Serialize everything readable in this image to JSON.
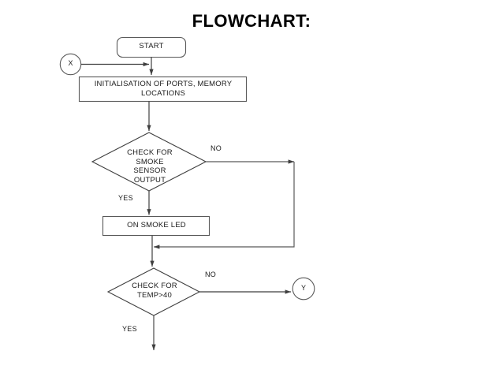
{
  "page": {
    "title": "FLOWCHART:",
    "background_color": "#ffffff",
    "stroke_color": "#595959",
    "text_color": "#1a1a1a"
  },
  "nodes": {
    "start": {
      "label": "START",
      "shape": "rounded-rectangle"
    },
    "connector_x": {
      "label": "X",
      "shape": "circle"
    },
    "initialisation": {
      "label": "INITIALISATION OF PORTS, MEMORY LOCATIONS",
      "shape": "rectangle"
    },
    "check_smoke": {
      "label": "CHECK   FOR\nSMOKE\nSENSOR\nOUTPUT",
      "shape": "diamond"
    },
    "on_smoke_led": {
      "label": "ON SMOKE LED",
      "shape": "rectangle"
    },
    "check_temp": {
      "label": "CHECK FOR\nTEMP>40",
      "shape": "diamond"
    },
    "connector_y": {
      "label": "Y",
      "shape": "circle"
    }
  },
  "edge_labels": {
    "smoke_no": "NO",
    "smoke_yes": "YES",
    "temp_no": "NO",
    "temp_yes": "YES"
  }
}
